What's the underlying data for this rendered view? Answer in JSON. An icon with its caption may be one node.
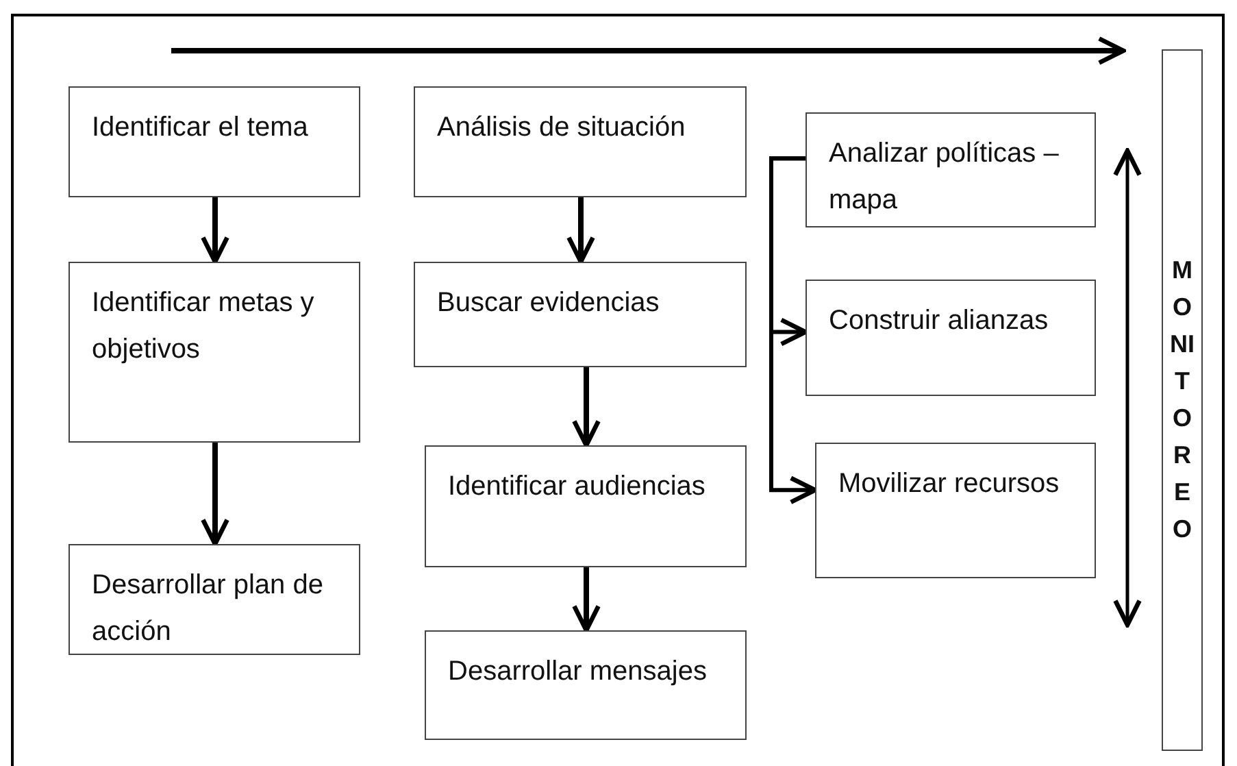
{
  "diagram": {
    "nodes": [
      {
        "text": [
          "Identificar el tema"
        ]
      },
      {
        "text": [
          "Identificar metas y objetivos"
        ]
      },
      {
        "text": [
          "Desarrollar plan de acción"
        ]
      },
      {
        "text": [
          "Análisis de situación"
        ]
      },
      {
        "text": [
          "Buscar evidencias"
        ]
      },
      {
        "text": [
          "Identificar audiencias"
        ]
      },
      {
        "text": [
          "Desarrollar mensajes"
        ]
      },
      {
        "text": [
          "Analizar políticas – mapa"
        ]
      },
      {
        "text": [
          "Construir alianzas"
        ]
      },
      {
        "text": [
          "Movilizar recursos"
        ]
      },
      {
        "text": [
          "MONITOREO"
        ]
      }
    ],
    "edges": [
      {
        "from": 0,
        "to": 1,
        "arrow": "to"
      },
      {
        "from": 1,
        "to": 2,
        "arrow": "to"
      },
      {
        "from": 3,
        "to": 4,
        "arrow": "to"
      },
      {
        "from": 4,
        "to": 5,
        "arrow": "to"
      },
      {
        "from": 5,
        "to": 6,
        "arrow": "to"
      },
      {
        "from": 7,
        "to": 8,
        "arrow": "to"
      },
      {
        "from": 7,
        "to": 9,
        "arrow": "to"
      }
    ]
  }
}
